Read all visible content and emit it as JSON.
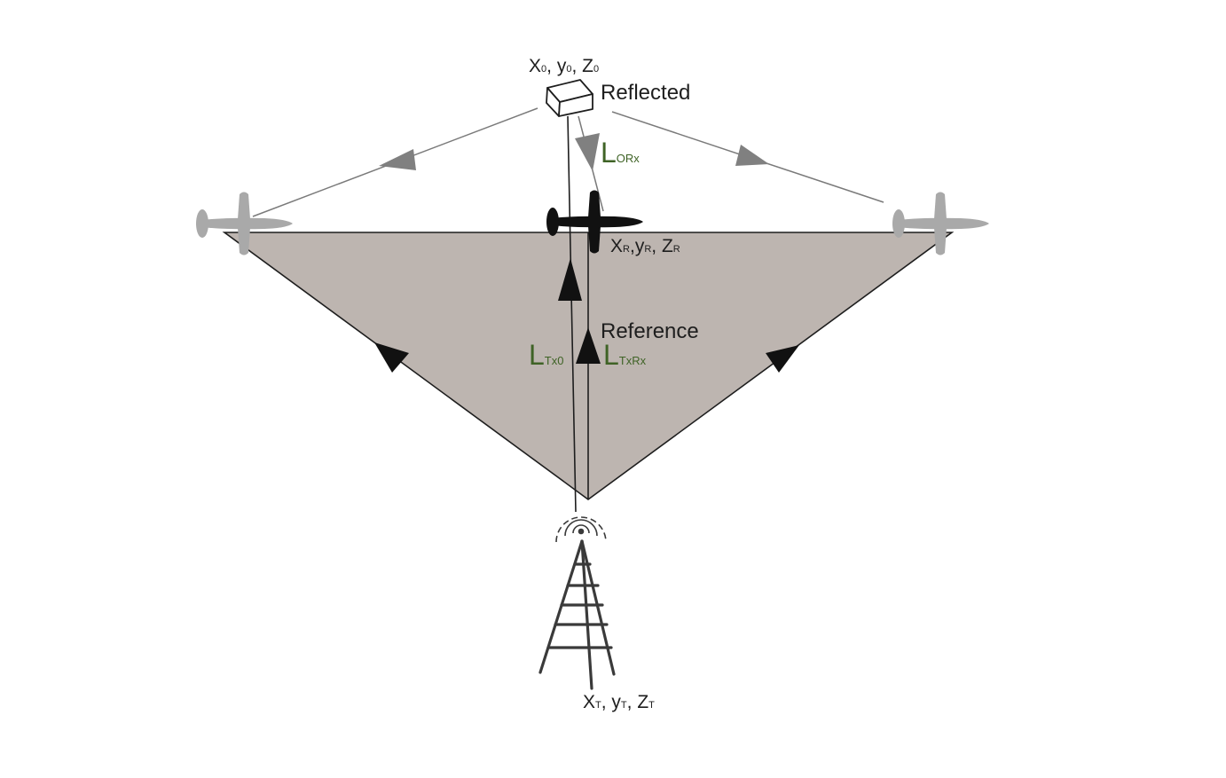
{
  "labels": {
    "object_position": {
      "x": "X",
      "x_sub": "0",
      "y": "y",
      "y_sub": "0",
      "z": "Z",
      "z_sub": "0"
    },
    "receiver_position": {
      "x": "X",
      "x_sub": "R",
      "y": "y",
      "y_sub": "R",
      "z": "Z",
      "z_sub": "R"
    },
    "transmitter_position": {
      "x": "X",
      "x_sub": "T",
      "y": "y",
      "y_sub": "T",
      "z": "Z",
      "z_sub": "T"
    },
    "reflected": "Reflected",
    "reference": "Reference",
    "l_orx": {
      "main": "L",
      "sub": "ORx"
    },
    "l_txo": {
      "main": "L",
      "sub": "Tx0"
    },
    "l_txrx": {
      "main": "L",
      "sub": "TxRx"
    }
  },
  "colors": {
    "triangle_fill": "#bdb5b0",
    "line": "#1e1e1e",
    "gray_line": "#7a7a7a",
    "gray_arrow": "#808080",
    "gray_plane": "#a9a9a9",
    "black_plane": "#111111",
    "green_label": "#3f6326"
  },
  "icons": {
    "object": "cube-icon",
    "receiver": "airplane-icon",
    "transmitter": "radio-tower-icon"
  }
}
